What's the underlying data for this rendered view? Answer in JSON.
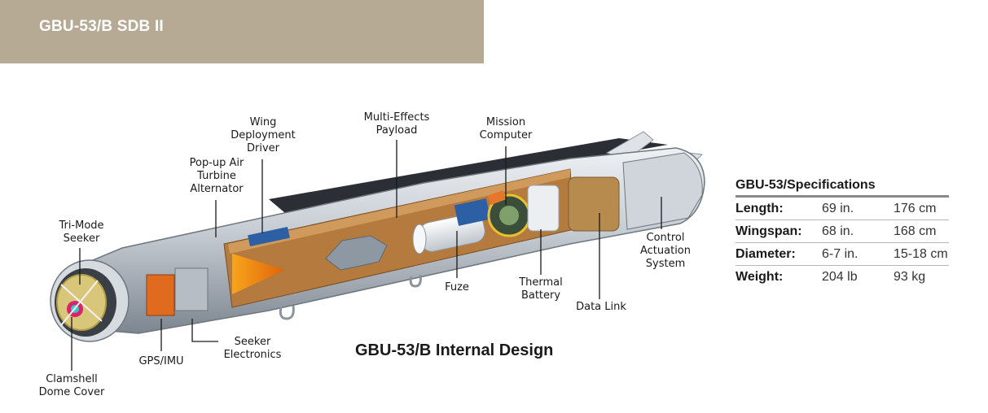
{
  "header": {
    "title": "GBU-53/B SDB II",
    "band_color": "#b7aa95"
  },
  "diagram": {
    "caption": "GBU-53/B Internal Design",
    "labels": {
      "tri_mode_seeker": "Tri-Mode\nSeeker",
      "clamshell": "Clamshell\nDome Cover",
      "gps_imu": "GPS/IMU",
      "seeker_electronics": "Seeker\nElectronics",
      "alternator": "Pop-up Air\nTurbine\nAlternator",
      "wing_driver": "Wing\nDeployment\nDriver",
      "payload": "Multi-Effects\nPayload",
      "mission_computer": "Mission\nComputer",
      "fuze": "Fuze",
      "thermal_battery": "Thermal\nBattery",
      "data_link": "Data Link",
      "control_actuation": "Control\nActuation\nSystem"
    }
  },
  "specs": {
    "title": "GBU-53/Specifications",
    "rows": [
      {
        "label": "Length:",
        "imperial": "69 in.",
        "metric": "176 cm"
      },
      {
        "label": "Wingspan:",
        "imperial": "68 in.",
        "metric": "168 cm"
      },
      {
        "label": "Diameter:",
        "imperial": "6-7 in.",
        "metric": "15-18 cm"
      },
      {
        "label": "Weight:",
        "imperial": "204 lb",
        "metric": "93 kg"
      }
    ]
  }
}
